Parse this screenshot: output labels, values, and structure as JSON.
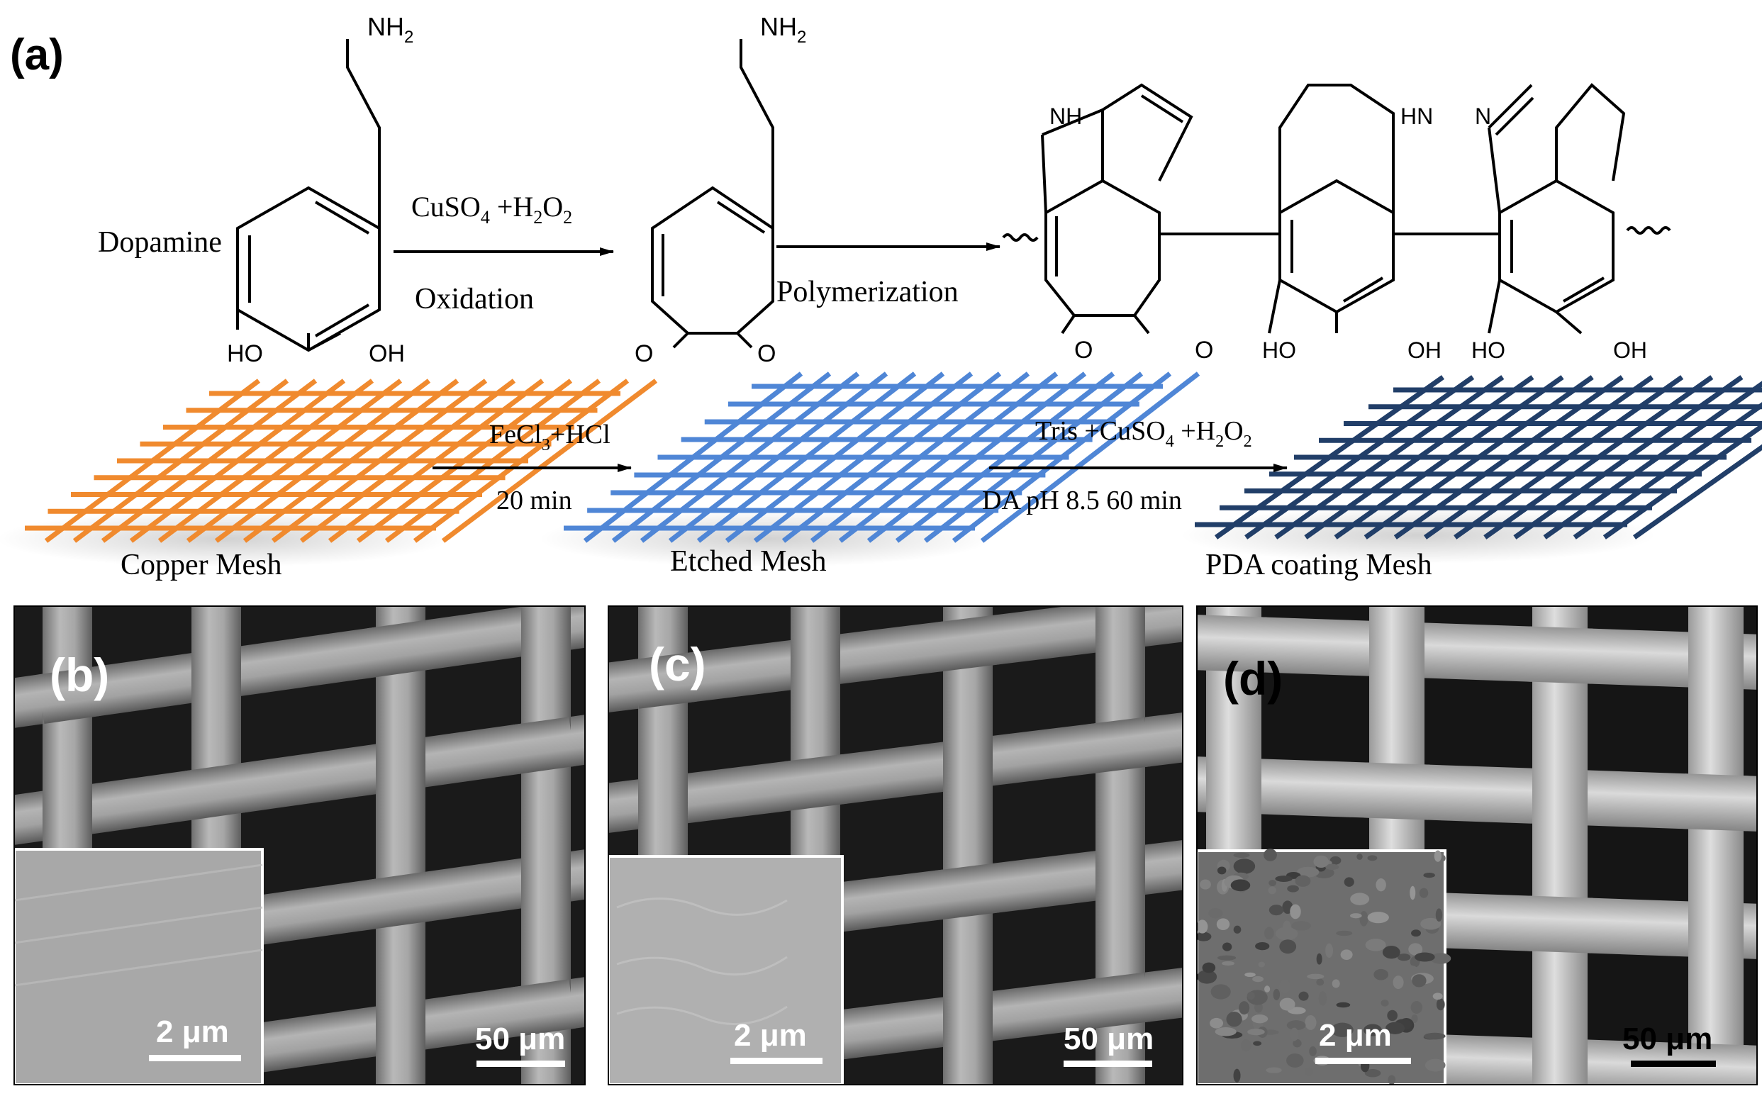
{
  "panels": {
    "a": "(a)",
    "b": "(b)",
    "c": "(c)",
    "d": "(d)"
  },
  "chem": {
    "dopamine": "Dopamine",
    "reagent1_a": "CuSO",
    "reagent1_sub1": "4",
    "reagent1_b": " +H",
    "reagent1_sub2": "2",
    "reagent1_c": "O",
    "reagent1_sub3": "2",
    "oxidation": "Oxidation",
    "polymerization": "Polymerization",
    "nh2": "NH",
    "nh2_sub": "2",
    "ho": "HO",
    "oh": "OH",
    "o": "O",
    "nh": "NH",
    "hn": "HN",
    "n": "N"
  },
  "process": {
    "copper_mesh": "Copper Mesh",
    "etched_mesh": "Etched Mesh",
    "pda_mesh": "PDA coating Mesh",
    "step1_a": "FeCl",
    "step1_sub": "3",
    "step1_b": "+HCl",
    "step1_time": "20 min",
    "step2_a": "Tris +CuSO",
    "step2_sub1": "4",
    "step2_b": " +H",
    "step2_sub2": "2",
    "step2_c": "O",
    "step2_sub3": "2",
    "step2_cond": "DA  pH 8.5   60 min"
  },
  "sem": {
    "b_inset": "2 μm",
    "b_main": "50 μm",
    "c_inset": "2 μm",
    "c_main": "50 μm",
    "d_inset": "2 μm",
    "d_main": "50 μm"
  },
  "colors": {
    "copper": "#f08a2e",
    "etched": "#4f86d6",
    "pda": "#213e68"
  }
}
